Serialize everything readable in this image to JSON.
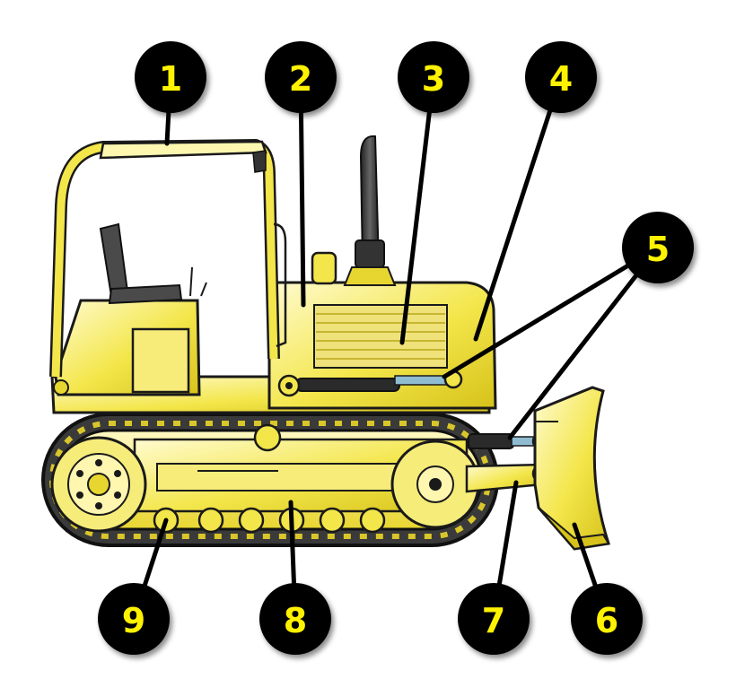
{
  "diagram": {
    "subject": "bulldozer",
    "colors": {
      "body": "#f2e43a",
      "body_light": "#fdf7b0",
      "body_dark": "#c9b300",
      "outline": "#1a1a1a",
      "track": "#2b2b2b",
      "marker_fill": "#000000",
      "marker_text": "#fff200",
      "seat": "#4a4a4a",
      "hose": "#8fbcd0"
    },
    "markers": [
      {
        "id": "1",
        "label": "1"
      },
      {
        "id": "2",
        "label": "2"
      },
      {
        "id": "3",
        "label": "3"
      },
      {
        "id": "4",
        "label": "4"
      },
      {
        "id": "5",
        "label": "5"
      },
      {
        "id": "6",
        "label": "6"
      },
      {
        "id": "7",
        "label": "7"
      },
      {
        "id": "8",
        "label": "8"
      },
      {
        "id": "9",
        "label": "9"
      }
    ]
  }
}
